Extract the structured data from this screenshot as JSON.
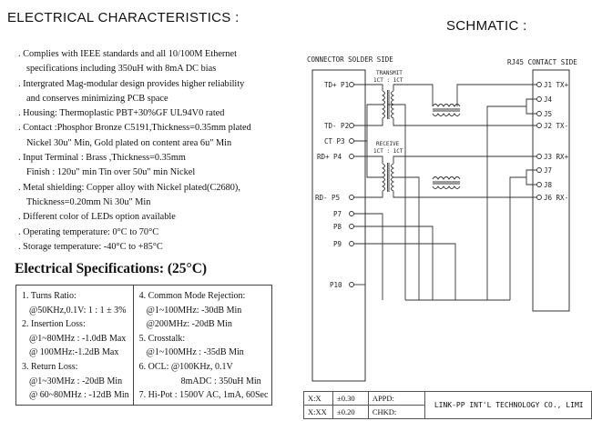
{
  "left": {
    "heading": "ELECTRICAL CHARACTERISTICS :",
    "features": [
      ". Complies with IEEE standards and all  10/100M Ethernet",
      "specifications including 350uH with 8mA  DC bias",
      ". Intergrated Mag-modular design provides higher reliability",
      "and conserves minimizing PCB space",
      ". Housing: Thermoplastic PBT+30%GF UL94V0 rated",
      ". Contact :Phosphor Bronze C5191,Thickness=0.35mm plated",
      "Nickel 30u\" Min, Gold plated on content area 6u\" Min",
      ". Input Terminal : Brass ,Thickness=0.35mm",
      "Finish : 120u\" min Tin over 50u\" min Nickel",
      ". Metal shielding: Copper alloy with Nickel plated(C2680),",
      "Thickness=0.20mm  Ni 30u\" Min",
      ". Different color of LEDs option available",
      ". Operating temperature: 0°C to 70°C",
      ". Storage temperature: -40°C to +85°C"
    ],
    "spec_heading": "Electrical Specifications: (25°C)",
    "spec_col1": [
      "1.  Turns Ratio:",
      "@50KHz,0.1V: 1 : 1 ± 3%",
      "2. Insertion Loss:",
      "@1~80MHz : -1.0dB Max",
      "@ 100MHz:-1.2dB Max",
      "3. Return Loss:",
      "@1~30MHz :  -20dB Min",
      "@ 60~80MHz : -12dB Min"
    ],
    "spec_col2": [
      "4. Common Mode Rejection:",
      "@1~100MHz: -30dB Min",
      "@200MHz: -20dB Min",
      "5. Crosstalk:",
      "@1~100MHz : -35dB Min",
      "6. OCL:   @100KHz, 0.1V",
      "8mADC : 350uH Min",
      "7. Hi-Pot : 1500V AC, 1mA, 60Sec"
    ]
  },
  "schematic": {
    "heading": "SCHMATIC :",
    "left_label": "CONNECTOR SOLDER SIDE",
    "right_label": "RJ45 CONTACT SIDE",
    "transmit": "TRANSMIT",
    "transmit_ratio": "1CT : 1CT",
    "receive": "RECEIVE",
    "receive_ratio": "1CT : 1CT",
    "left_pins": [
      "TD+ P1",
      "TD- P2",
      "CT P3",
      "RD+ P4",
      "RD- P5",
      "P7",
      "P8",
      "P9",
      "P10"
    ],
    "right_pins": [
      "J1 TX+",
      "J4",
      "J5",
      "J2 TX-",
      "J3 RX+",
      "J7",
      "J8",
      "J6 RX-"
    ]
  },
  "title_block": {
    "tol1_label": "X:X",
    "tol1_value": "±0.30",
    "tol2_label": "X:XX",
    "tol2_value": "±0.20",
    "appd": "APPD:",
    "chkd": "CHKD:",
    "company": "LINK-PP INT'L TECHNOLOGY CO., LIMI"
  }
}
